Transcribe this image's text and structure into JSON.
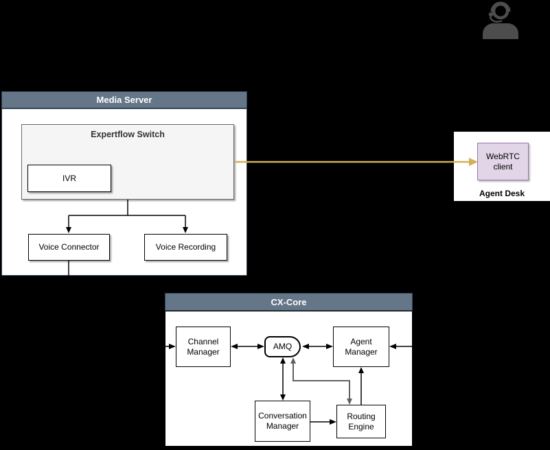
{
  "colors": {
    "background": "#000000",
    "container_header_fill": "#647687",
    "container_header_border": "#314354",
    "container_header_text": "#FFFFFF",
    "box_fill": "#FFFFFF",
    "box_border": "#000000",
    "switch_fill": "#F5F5F5",
    "switch_border": "#666666",
    "webrtc_fill": "#E1D5E7",
    "webrtc_border": "#9673A6",
    "connector_black": "#000000",
    "connector_gray": "#616161",
    "connector_gold": "#D2B056",
    "agent_icon": "#4D4D4D"
  },
  "containers": {
    "media_server": {
      "title": "Media Server"
    },
    "cx_core": {
      "title": "CX-Core"
    },
    "agent_desk": {
      "title": "Agent Desk"
    }
  },
  "nodes": {
    "expertflow_switch": {
      "label": "Expertflow Switch"
    },
    "ivr": {
      "label": "IVR"
    },
    "voice_connector": {
      "label": "Voice Connector"
    },
    "voice_recording": {
      "label": "Voice Recording"
    },
    "channel_manager": {
      "label": "Channel Manager"
    },
    "amq": {
      "label": "AMQ"
    },
    "agent_manager": {
      "label": "Agent Manager"
    },
    "conversation_manager": {
      "label": "Conversation Manager"
    },
    "routing_engine": {
      "label": "Routing Engine"
    },
    "webrtc_client": {
      "label": "WebRTC client"
    }
  },
  "icons": {
    "agent_person": "headset-agent-icon"
  },
  "connections": [
    {
      "from": "expertflow_switch",
      "to": "voice_connector",
      "style": "black",
      "arrows": "end"
    },
    {
      "from": "expertflow_switch",
      "to": "voice_recording",
      "style": "black",
      "arrows": "end"
    },
    {
      "from": "voice_connector",
      "to": "channel_manager",
      "style": "black",
      "arrows": "end"
    },
    {
      "from": "channel_manager",
      "to": "amq",
      "style": "black",
      "arrows": "both"
    },
    {
      "from": "amq",
      "to": "agent_manager",
      "style": "black",
      "arrows": "both"
    },
    {
      "from": "right-edge",
      "to": "agent_manager",
      "style": "black",
      "arrows": "end"
    },
    {
      "from": "amq",
      "to": "conversation_manager",
      "style": "black",
      "arrows": "both"
    },
    {
      "from": "amq",
      "to": "routing_engine",
      "style": "gray",
      "arrows": "both"
    },
    {
      "from": "conversation_manager",
      "to": "routing_engine",
      "style": "black",
      "arrows": "end"
    },
    {
      "from": "routing_engine",
      "to": "agent_manager",
      "style": "black",
      "arrows": "end"
    },
    {
      "from": "expertflow_switch",
      "to": "webrtc_client",
      "style": "gold",
      "arrows": "end"
    }
  ]
}
